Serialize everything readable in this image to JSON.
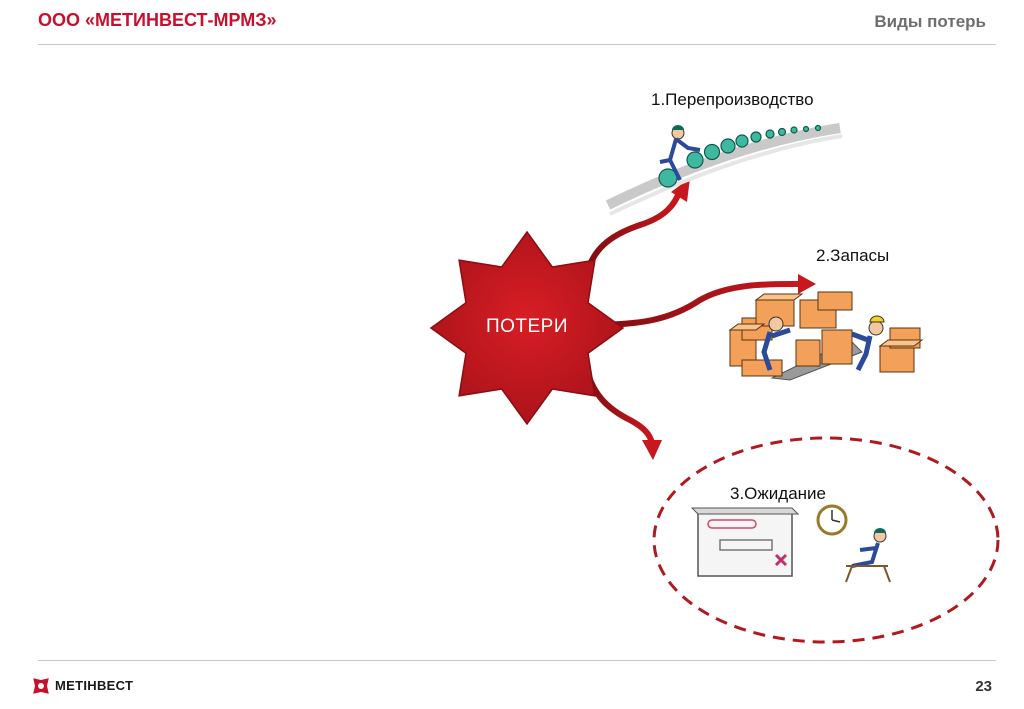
{
  "header": {
    "company": "ООО «МЕТИНВЕСТ-МРМЗ»",
    "slide_title": "Виды потерь"
  },
  "diagram": {
    "center_label": "ПОТЕРИ",
    "branches": [
      {
        "label": "1.Перепроизводство"
      },
      {
        "label": "2.Запасы"
      },
      {
        "label": "3.Ожидание"
      }
    ]
  },
  "footer": {
    "logo_text": "МЕТІНВЕСТ",
    "page_number": "23"
  },
  "colors": {
    "brand_red": "#c8102e",
    "star_red": "#c4161c",
    "arrow_red": "#a81419",
    "dashed_circle": "#b01a1f"
  }
}
